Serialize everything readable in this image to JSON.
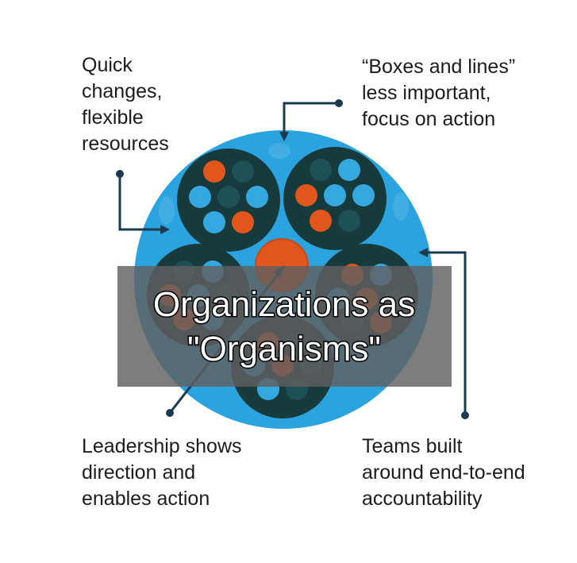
{
  "labels": {
    "top_left": [
      "Quick",
      "changes,",
      "flexible",
      "resources"
    ],
    "top_right": [
      "“Boxes and lines”",
      "less important,",
      "focus on action"
    ],
    "bottom_left": [
      "Leadership shows",
      "direction and",
      "enables action"
    ],
    "bottom_right": [
      "Teams built",
      "around end-to-end",
      "accountability"
    ]
  },
  "overlay": {
    "line1": "Organizations as",
    "line2": "\"Organisms\""
  },
  "colors": {
    "outer_circle": "#2aa3de",
    "team_circle": "#173a3d",
    "dot_orange": "#e0561c",
    "dot_blue": "#36a8e0",
    "dot_teal": "#1e5156",
    "line": "#193a4f",
    "overlay_bg": "#606060"
  }
}
